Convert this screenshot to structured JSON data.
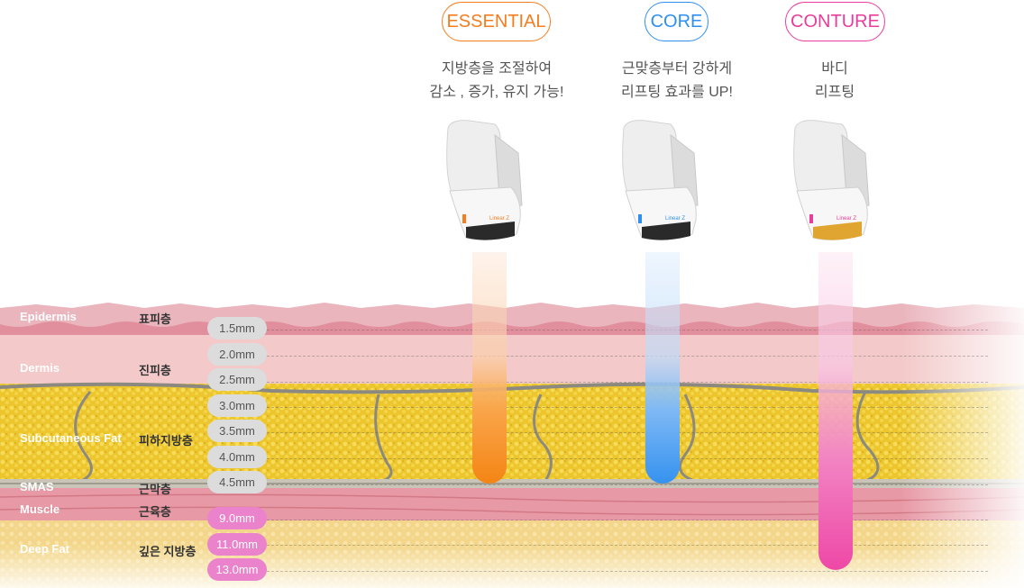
{
  "products": [
    {
      "name": "ESSENTIAL",
      "color": "#f47d20",
      "desc": [
        "지방층을 조절하여",
        "감소 , 증가, 유지 가능!"
      ]
    },
    {
      "name": "CORE",
      "color": "#2f8fef",
      "desc": [
        "근맞층부터 강하게",
        "리프팅 효과를 UP!"
      ]
    },
    {
      "name": "CONTURE",
      "color": "#e93d9b",
      "desc": [
        "바디",
        "리프팅"
      ]
    }
  ],
  "device_label": "Linear Z",
  "layers": [
    {
      "en": "Epidermis",
      "ko": "표피층"
    },
    {
      "en": "Dermis",
      "ko": "진피층"
    },
    {
      "en": "Subcutaneous Fat",
      "ko": "피하지방층"
    },
    {
      "en": "SMAS",
      "ko": "근막층"
    },
    {
      "en": "Muscle",
      "ko": "근육층"
    },
    {
      "en": "Deep Fat",
      "ko": "깊은 지방층"
    }
  ],
  "depths": [
    "1.5mm",
    "2.0mm",
    "2.5mm",
    "3.0mm",
    "3.5mm",
    "4.0mm",
    "4.5mm",
    "9.0mm",
    "11.0mm",
    "13.0mm"
  ]
}
